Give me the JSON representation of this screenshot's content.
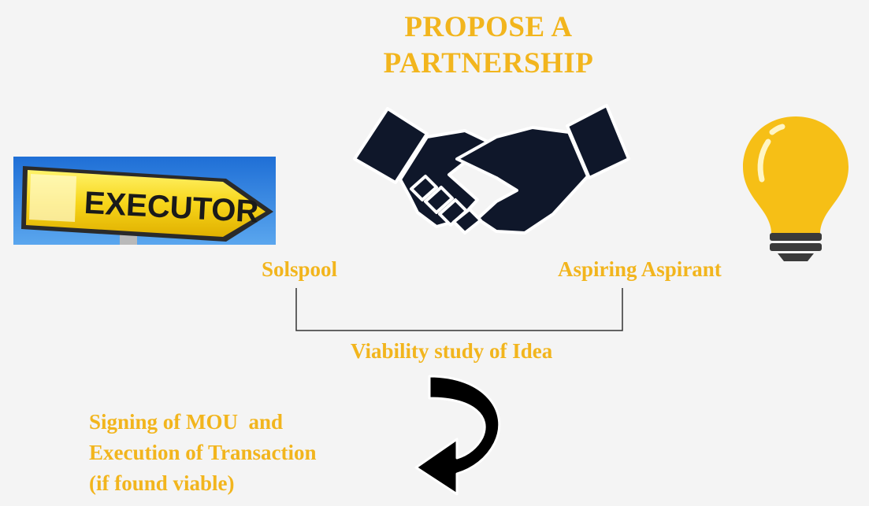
{
  "title": {
    "line1": "PROPOSE A",
    "line2": "PARTNERSHIP"
  },
  "executor_sign": {
    "text": "EXECUTOR",
    "icon": "executor-road-sign"
  },
  "handshake": {
    "icon": "handshake-icon"
  },
  "bulb": {
    "icon": "light-bulb-icon"
  },
  "parties": {
    "left": "Solspool",
    "right": "Aspiring Aspirant"
  },
  "step1": "Viability study of Idea",
  "step2": {
    "line1": "Signing of MOU  and",
    "line2": "Execution of Transaction",
    "line3": "(if found viable)"
  },
  "colors": {
    "accent": "#f2b51d",
    "dark": "#0f172a",
    "sign_bg": "#1e6fd0",
    "background": "#f4f4f4"
  }
}
